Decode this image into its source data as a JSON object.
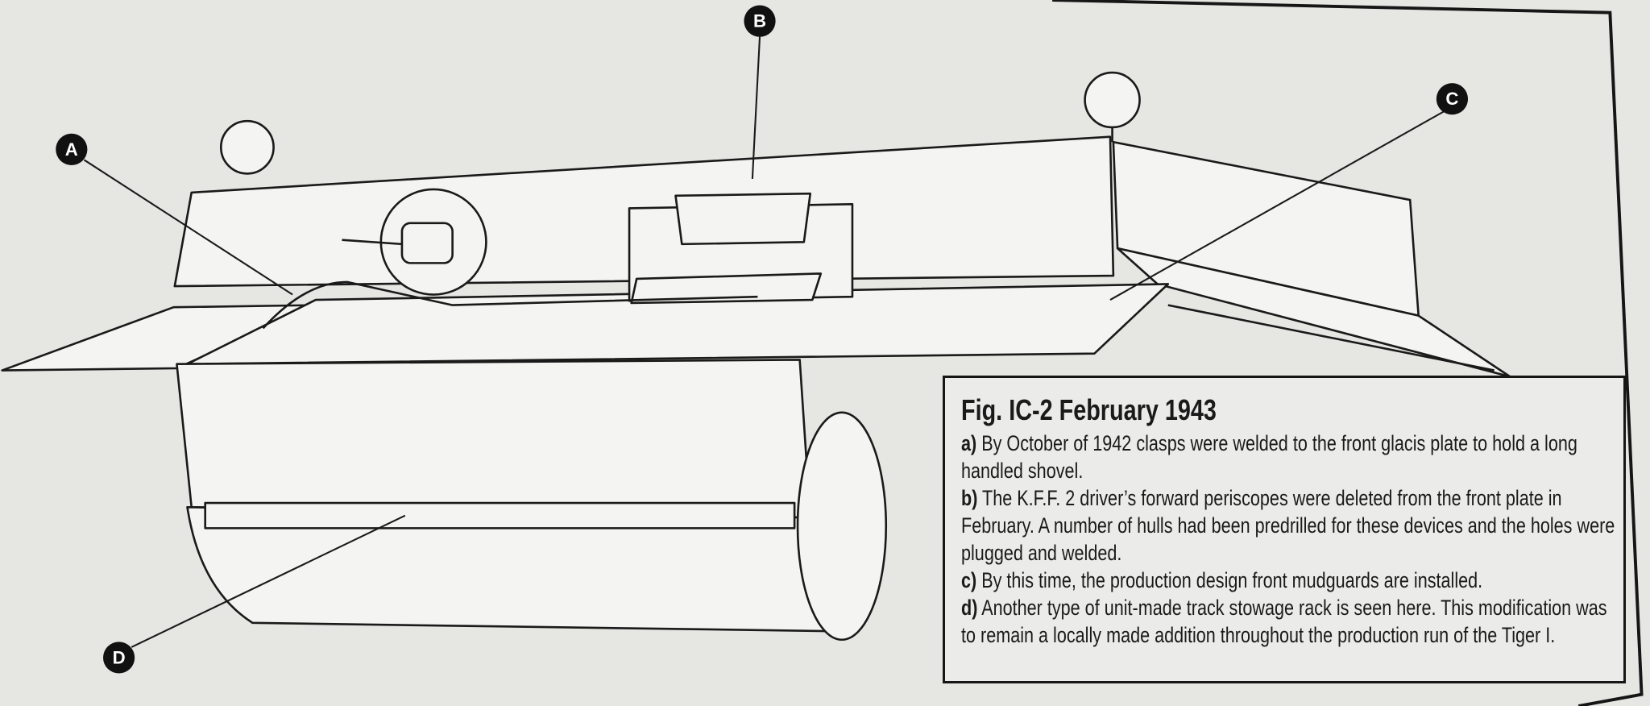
{
  "markers": [
    {
      "id": "A"
    },
    {
      "id": "B"
    },
    {
      "id": "C"
    },
    {
      "id": "D"
    }
  ],
  "caption": {
    "title": "Fig. IC-2 February 1943",
    "items": [
      {
        "key": "a)",
        "text": " By October of 1942 clasps were welded to the front glacis plate to hold a long handled shovel."
      },
      {
        "key": "b)",
        "text": " The K.F.F. 2 driver’s forward periscopes were deleted from the front plate in February. A number of hulls had been predrilled for these devices and the holes were plugged and welded."
      },
      {
        "key": "c)",
        "text": " By this time, the production design front mudguards are installed."
      },
      {
        "key": "d)",
        "text": " Another type of unit-made track stowage rack is seen here. This modification was to remain a locally made addition throughout the production run of the Tiger I."
      }
    ]
  },
  "colors": {
    "paper": "#e6e6e3",
    "ink": "#161616"
  }
}
